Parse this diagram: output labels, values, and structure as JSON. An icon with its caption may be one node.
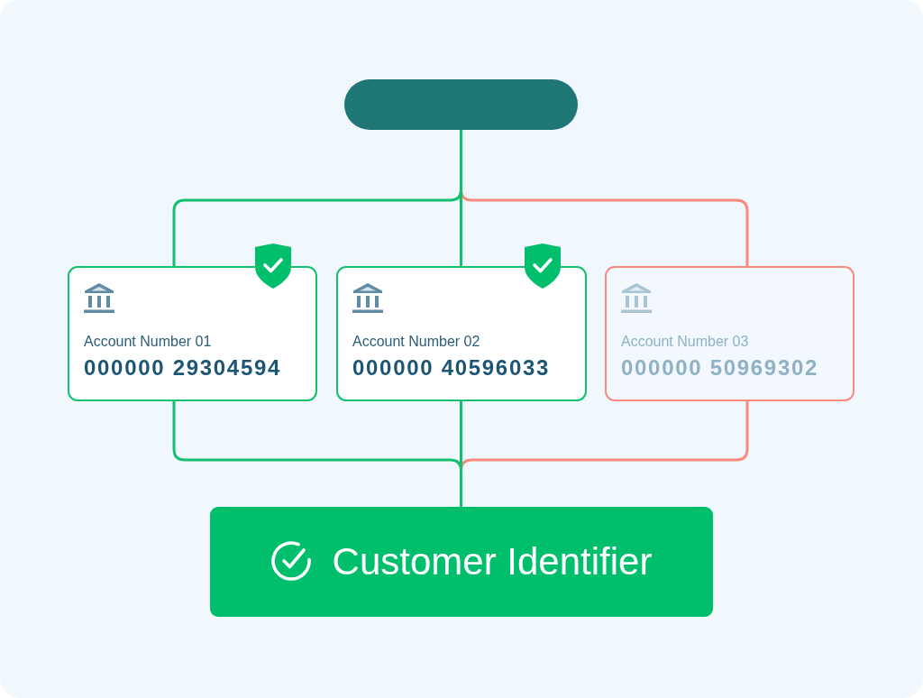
{
  "diagram": {
    "nodes": [
      {
        "text": [],
        "shape": "box"
      },
      {
        "text": [
          "Account Number 01",
          "000000 29304594"
        ]
      },
      {
        "text": [
          "Account Number 02",
          "000000 40596033"
        ]
      },
      {
        "text": [
          "Account Number 03",
          "000000 50969302"
        ]
      },
      {
        "text": [
          "Customer Identifier"
        ]
      }
    ],
    "edges": [
      {
        "from": 0,
        "to": 1,
        "arrow": "none"
      },
      {
        "from": 0,
        "to": 2,
        "arrow": "none"
      },
      {
        "from": 0,
        "to": 3,
        "arrow": "none",
        "color": "#fa8a7c"
      },
      {
        "from": 1,
        "to": 4,
        "arrow": "none"
      },
      {
        "from": 2,
        "to": 4,
        "arrow": "none"
      },
      {
        "from": 3,
        "to": 4,
        "arrow": "none",
        "color": "#fa8a7c"
      }
    ]
  }
}
